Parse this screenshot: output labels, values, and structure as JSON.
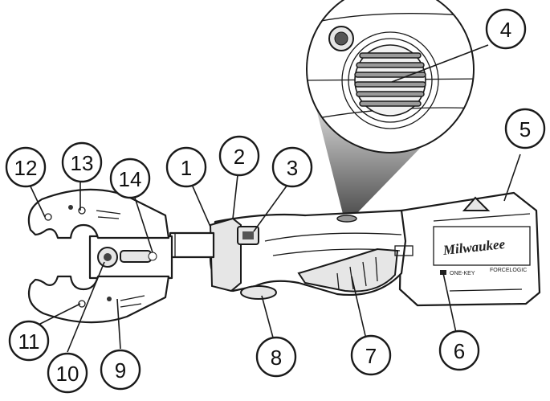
{
  "diagram": {
    "brand_mark": "Milwaukee",
    "callouts": [
      {
        "id": "1",
        "label": "1"
      },
      {
        "id": "2",
        "label": "2"
      },
      {
        "id": "3",
        "label": "3"
      },
      {
        "id": "4",
        "label": "4"
      },
      {
        "id": "5",
        "label": "5"
      },
      {
        "id": "6",
        "label": "6"
      },
      {
        "id": "7",
        "label": "7"
      },
      {
        "id": "8",
        "label": "8"
      },
      {
        "id": "9",
        "label": "9"
      },
      {
        "id": "10",
        "label": "10"
      },
      {
        "id": "11",
        "label": "11"
      },
      {
        "id": "12",
        "label": "12"
      },
      {
        "id": "13",
        "label": "13"
      },
      {
        "id": "14",
        "label": "14"
      }
    ]
  }
}
